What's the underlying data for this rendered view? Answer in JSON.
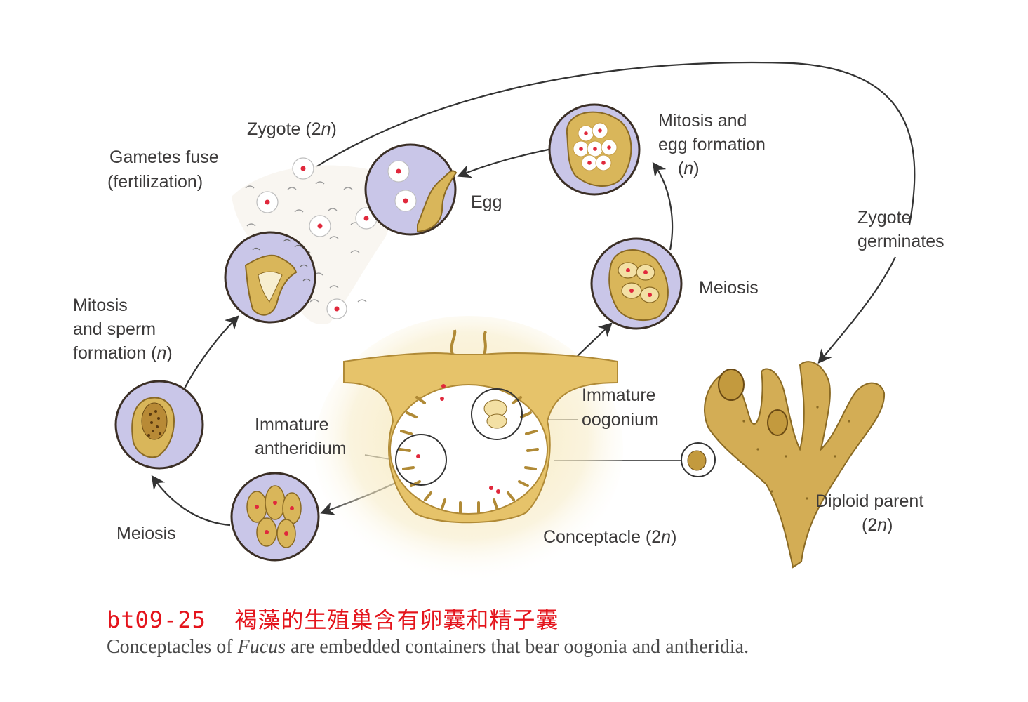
{
  "labels": {
    "zygote": {
      "text": "Zygote (2",
      "ital": "n",
      "end": ")"
    },
    "gametes_fuse_l1": "Gametes fuse",
    "gametes_fuse_l2": "(fertilization)",
    "egg": "Egg",
    "mitosis_egg_l1": "Mitosis and",
    "mitosis_egg_l2": "egg formation",
    "mitosis_egg_l3": {
      "text": "(",
      "ital": "n",
      "end": ")"
    },
    "zygote_germinates_l1": "Zygote",
    "zygote_germinates_l2": "germinates",
    "meiosis_right": "Meiosis",
    "mitosis_sperm_l1": "Mitosis",
    "mitosis_sperm_l2": "and sperm",
    "mitosis_sperm_l3": {
      "text": "formation (",
      "ital": "n",
      "end": ")"
    },
    "immature_oogonium_l1": "Immature",
    "immature_oogonium_l2": "oogonium",
    "immature_antheridium_l1": "Immature",
    "immature_antheridium_l2": "antheridium",
    "diploid_parent_l1": "Diploid parent",
    "diploid_parent_l2": {
      "text": "(2",
      "ital": "n",
      "end": ")"
    },
    "meiosis_left": "Meiosis",
    "conceptacle": {
      "text": "Conceptacle (2",
      "ital": "n",
      "end": ")"
    }
  },
  "caption": {
    "code": "bt09-25  褐藻的生殖巢含有卵囊和精子囊",
    "desc_pre": "Conceptacles of ",
    "desc_ital": "Fucus",
    "desc_post": " are embedded containers that bear oogonia and antheridia."
  },
  "colors": {
    "disc_fill": "#c9c6e8",
    "tissue": "#d9b65a",
    "nucleus": "#e0283c",
    "caption_red": "#e4141c"
  }
}
